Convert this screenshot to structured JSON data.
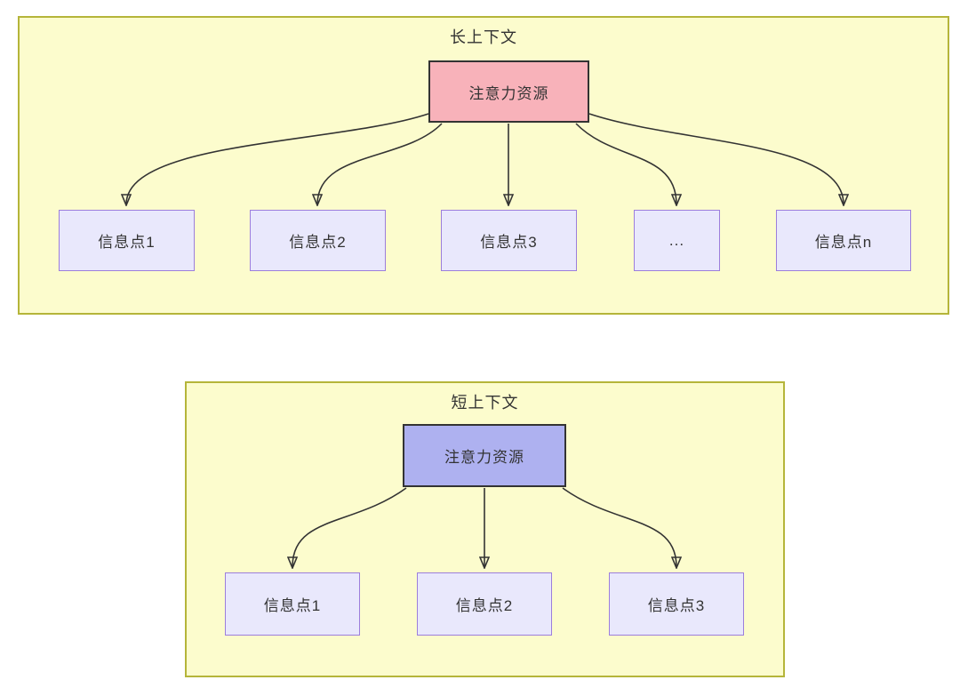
{
  "colors": {
    "canvas_bg": "#ffffff",
    "container_fill": "#fcfccd",
    "container_border": "#b5b53a",
    "attention_long_fill": "#f8b2ba",
    "attention_short_fill": "#aeb1f0",
    "attention_border": "#333333",
    "info_fill": "#e9e8fc",
    "info_border": "#9c7edc",
    "text": "#333333",
    "arrow": "#333333"
  },
  "long_context": {
    "title": "长上下文",
    "attention_label": "注意力资源",
    "nodes": [
      {
        "label": "信息点1"
      },
      {
        "label": "信息点2"
      },
      {
        "label": "信息点3"
      },
      {
        "label": "..."
      },
      {
        "label": "信息点n"
      }
    ]
  },
  "short_context": {
    "title": "短上下文",
    "attention_label": "注意力资源",
    "nodes": [
      {
        "label": "信息点1"
      },
      {
        "label": "信息点2"
      },
      {
        "label": "信息点3"
      }
    ]
  }
}
